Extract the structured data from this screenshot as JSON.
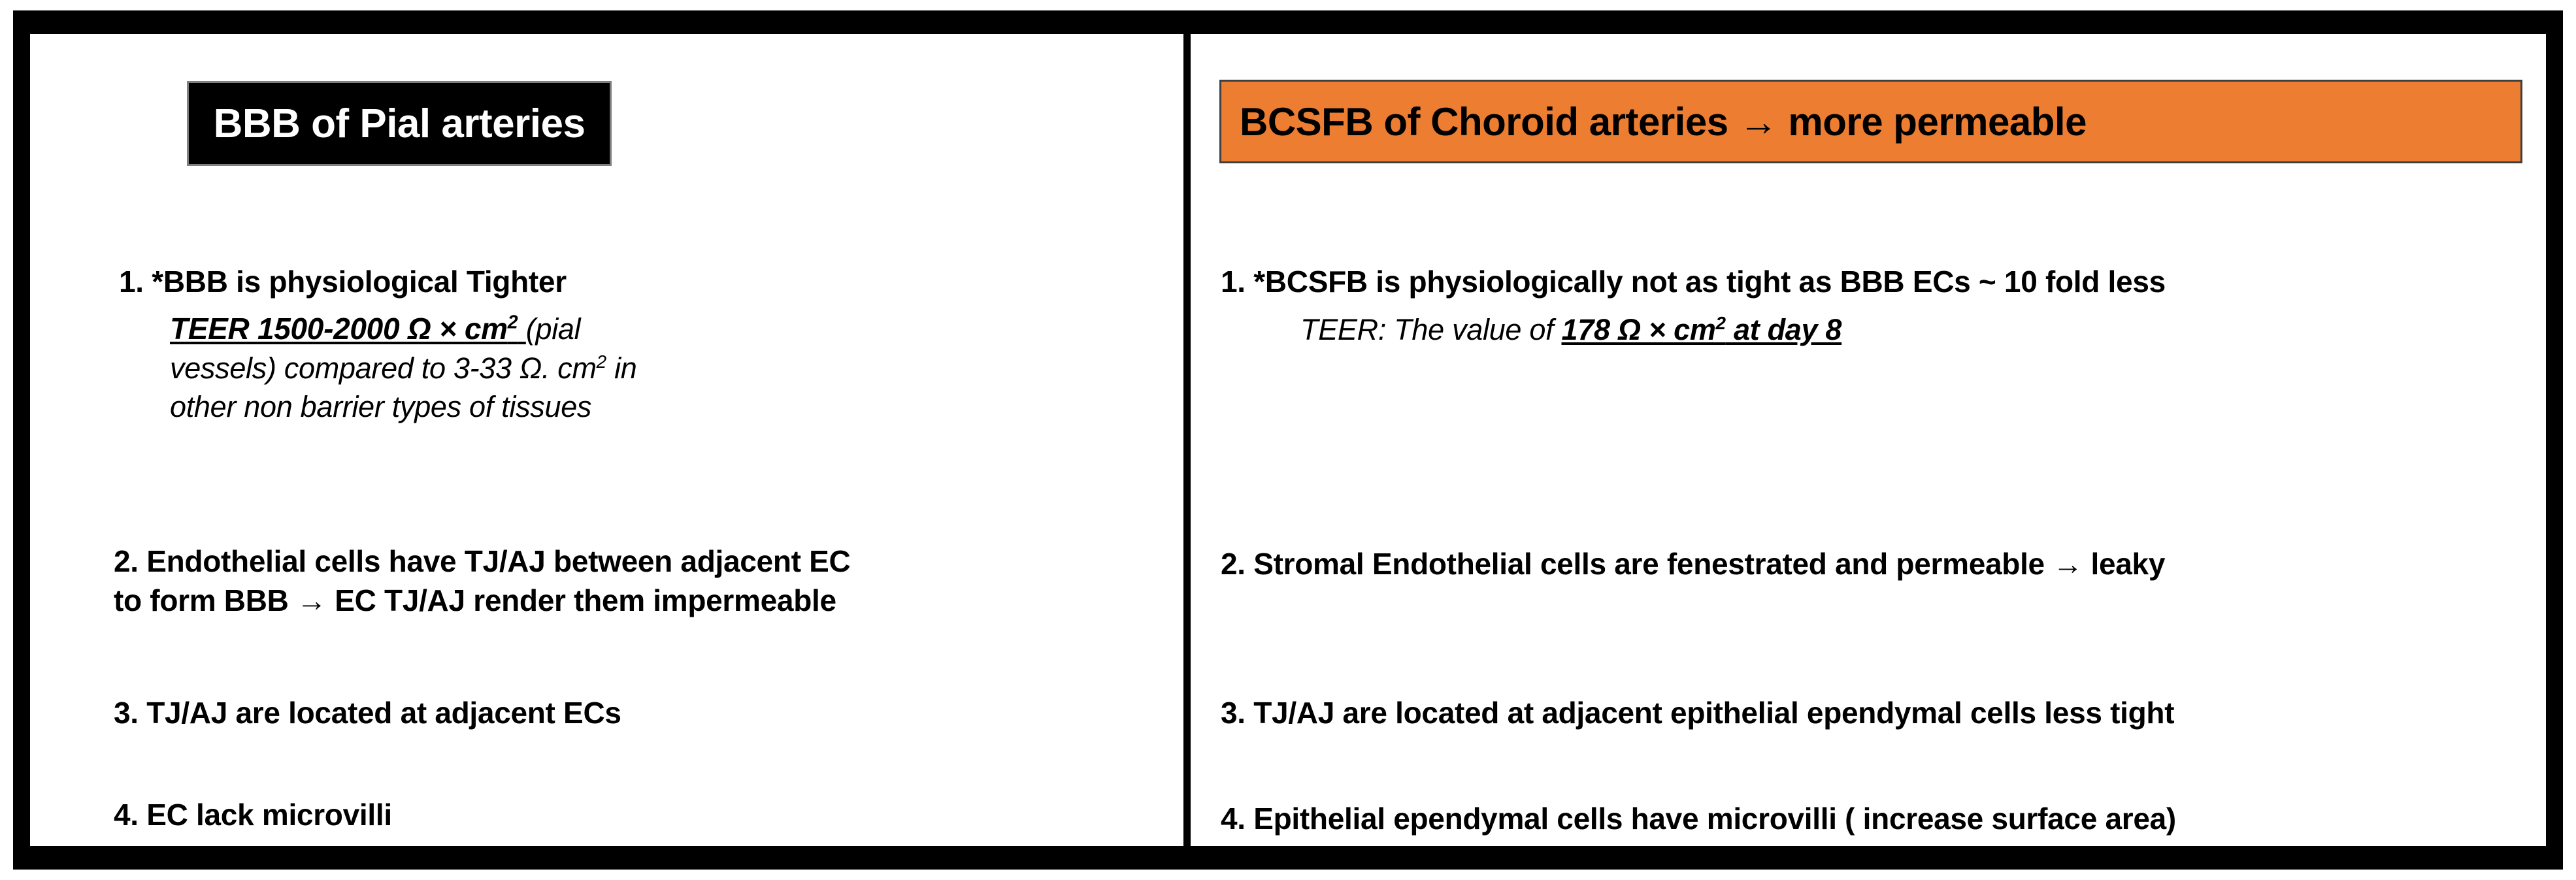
{
  "slide": {
    "title_left": "BBB of Pial arteries",
    "title_right": "BCSFB of Choroid arteries → more permeable",
    "colors": {
      "frame": "#000000",
      "left_header_bg": "#000000",
      "left_header_text": "#ffffff",
      "right_header_bg": "#ED7D31",
      "right_header_text": "#000000",
      "body_text": "#000000",
      "background": "#ffffff"
    }
  },
  "left_column": {
    "header": "BBB of Pial arteries",
    "items": [
      {
        "number": "1.",
        "head": "*BBB is physiological Tighter",
        "emphasis": "TEER 1500-2000 Ω × cm",
        "emphasis_sup": "2",
        "body_a": "(pial",
        "body_b": "vessels) compared to 3-33 Ω. cm",
        "body_b_sup": "2",
        "body_c": "in",
        "body_d": "other non barrier types of tissues"
      },
      {
        "number": "2.",
        "line1": "Endothelial cells have TJ/AJ between adjacent EC",
        "line2": "to form BBB → EC TJ/AJ render them impermeable"
      },
      {
        "number": "3.",
        "line1": "TJ/AJ are located at adjacent ECs"
      },
      {
        "number": "4.",
        "line1": "EC lack microvilli"
      }
    ]
  },
  "right_column": {
    "header": "BCSFB of Choroid arteries → more permeable",
    "items": [
      {
        "number": "1.",
        "head": "*BCSFB is physiologically not as tight as BBB ECs ~ 10 fold less",
        "sub_lead": "TEER: The value of ",
        "emphasis_a": "178 Ω × cm",
        "emphasis_sup": "2",
        "emphasis_b": " at day 8"
      },
      {
        "number": "2.",
        "line1": "Stromal Endothelial cells are fenestrated and permeable → leaky"
      },
      {
        "number": "3.",
        "line1": "TJ/AJ are located at adjacent epithelial ependymal cells less tight"
      },
      {
        "number": "4.",
        "line1": "Epithelial ependymal cells have microvilli ( increase surface area)"
      }
    ]
  }
}
